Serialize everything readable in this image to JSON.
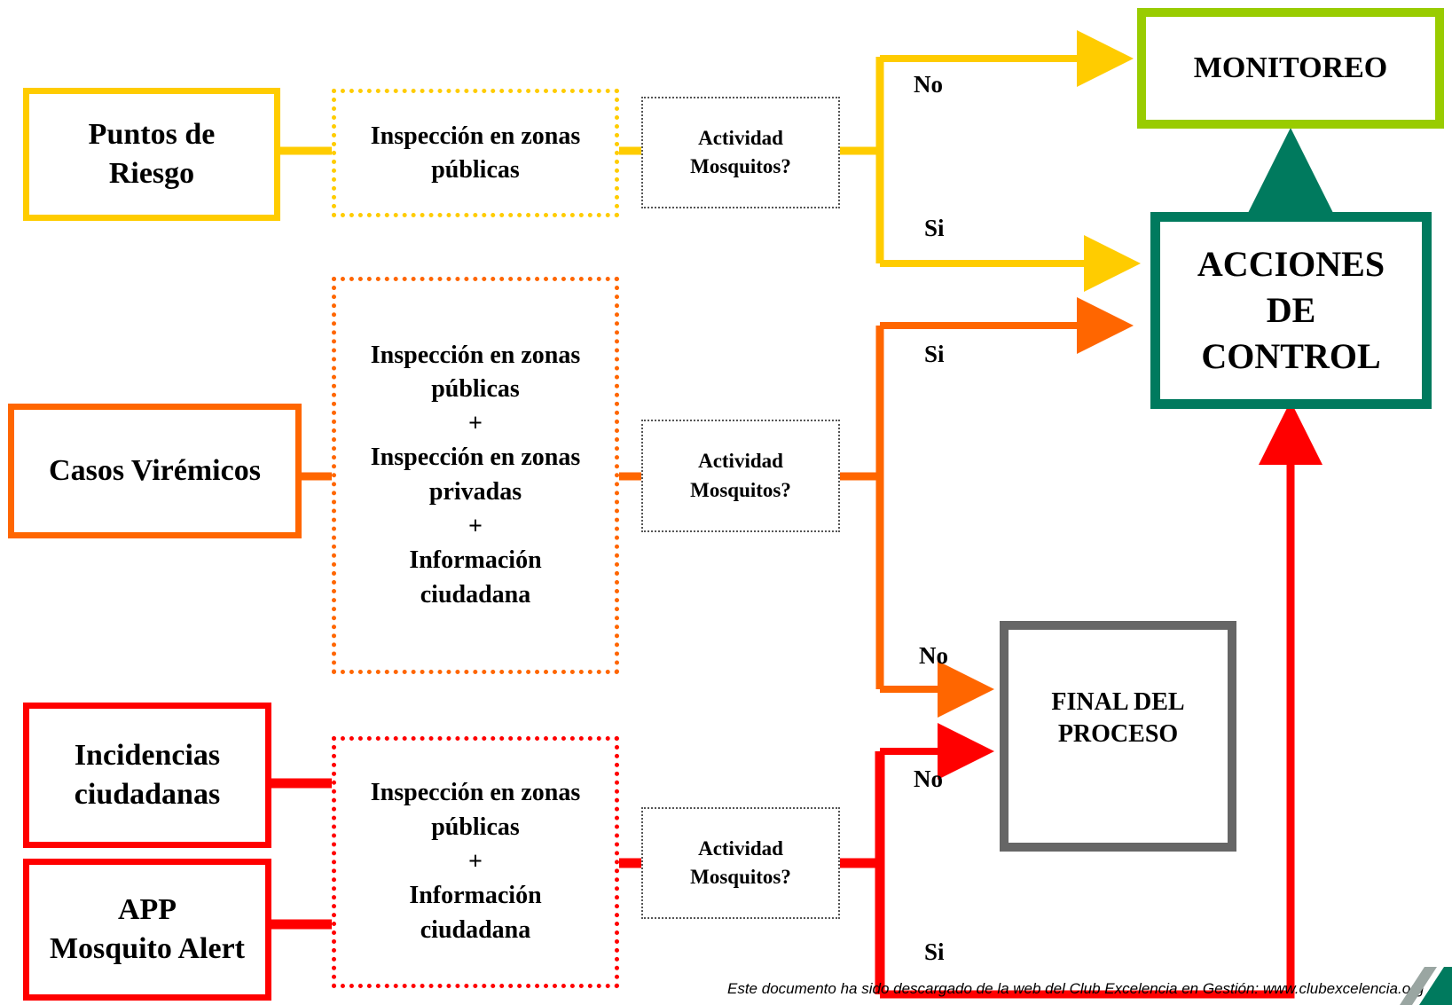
{
  "colors": {
    "yellow": "#FFCC00",
    "orange": "#FF6600",
    "red": "#FF0000",
    "lime": "#99CC00",
    "green": "#007A5E",
    "gray": "#666666"
  },
  "sources": {
    "puntos": [
      "Puntos de",
      "Riesgo"
    ],
    "casos": [
      "Casos Virémicos"
    ],
    "incidencias": [
      "Incidencias",
      "ciudadanas"
    ],
    "app": [
      "APP",
      "Mosquito Alert"
    ]
  },
  "inspections": {
    "top": [
      "Inspección en zonas",
      "públicas"
    ],
    "middle": [
      "Inspección en zonas",
      "públicas",
      "+",
      "Inspección en zonas",
      "privadas",
      "+",
      "Información",
      "ciudadana"
    ],
    "bottom": [
      "Inspección en zonas",
      "públicas",
      "+",
      "Información",
      "ciudadana"
    ]
  },
  "decision": [
    "Actividad",
    "Mosquitos?"
  ],
  "outcomes": {
    "monitoreo": "MONITOREO",
    "acciones": [
      "ACCIONES",
      "DE",
      "CONTROL"
    ],
    "final": [
      "FINAL DEL",
      "PROCESO"
    ]
  },
  "branch_labels": {
    "top_no": "No",
    "top_si": "Si",
    "mid_si": "Si",
    "mid_no": "No",
    "bot_no": "No",
    "bot_si": "Si"
  },
  "footer": "Este documento ha sido descargado de la web del Club Excelencia en Gestión: www.clubexcelencia.org"
}
